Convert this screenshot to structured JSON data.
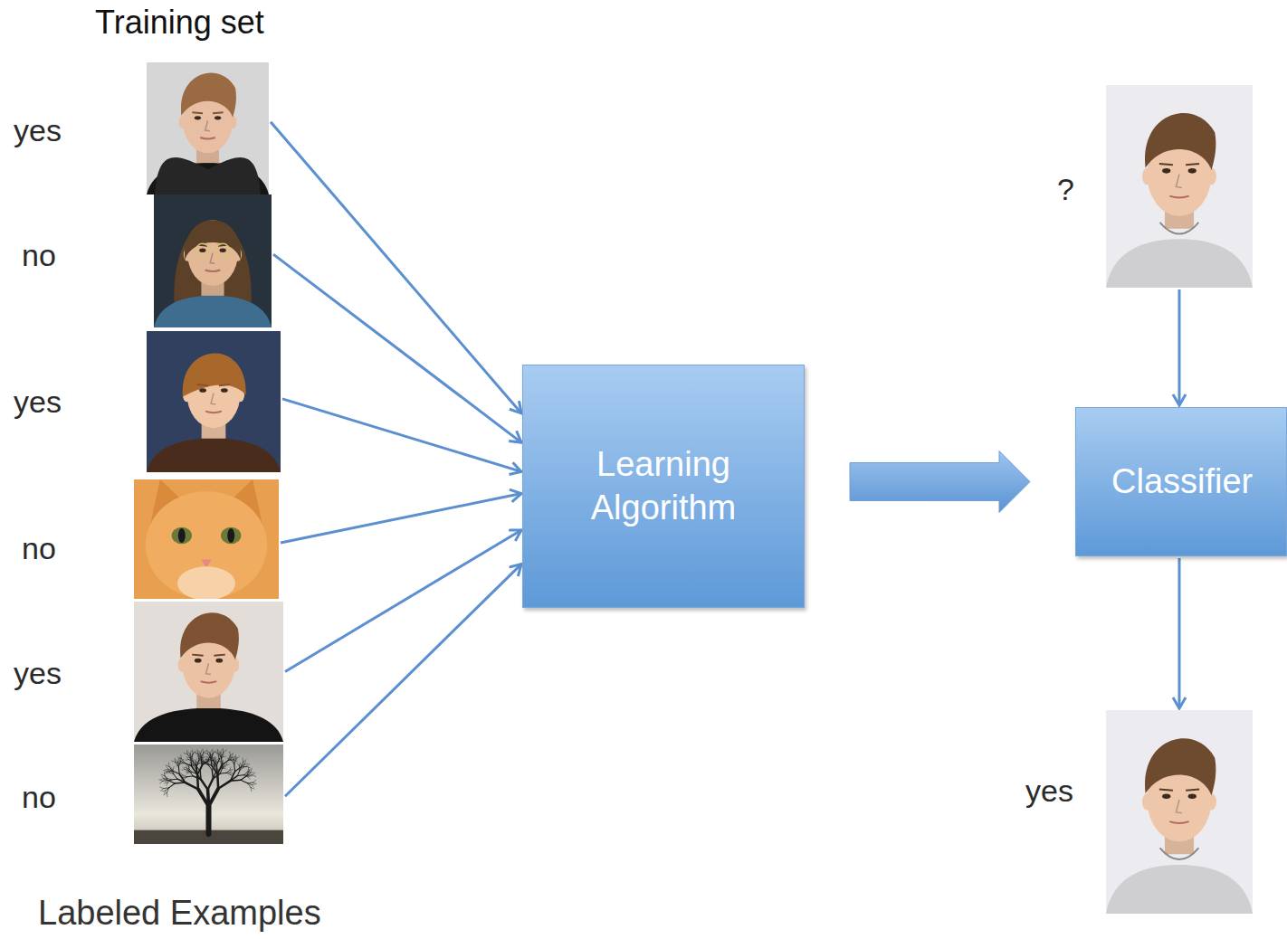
{
  "diagram": {
    "title": "Training set",
    "caption": "Labeled Examples",
    "nodes": [
      {
        "text": [
          "yes"
        ]
      },
      {
        "text": [
          "no"
        ]
      },
      {
        "text": [
          "yes"
        ]
      },
      {
        "text": [
          "no"
        ]
      },
      {
        "text": [
          "yes"
        ]
      },
      {
        "text": [
          "no"
        ]
      },
      {
        "text": [
          "Learning Algorithm"
        ]
      },
      {
        "text": [
          "?"
        ]
      },
      {
        "text": [
          "Classifier"
        ]
      },
      {
        "text": [
          "yes"
        ]
      }
    ],
    "edges": [
      {
        "from": 0,
        "to": 6,
        "arrow": "to"
      },
      {
        "from": 1,
        "to": 6,
        "arrow": "to"
      },
      {
        "from": 2,
        "to": 6,
        "arrow": "to"
      },
      {
        "from": 3,
        "to": 6,
        "arrow": "to"
      },
      {
        "from": 4,
        "to": 6,
        "arrow": "to"
      },
      {
        "from": 5,
        "to": 6,
        "arrow": "to"
      },
      {
        "from": 6,
        "to": 8,
        "arrow": "to"
      },
      {
        "from": 7,
        "to": 8,
        "arrow": "to"
      },
      {
        "from": 8,
        "to": 9,
        "arrow": "to"
      }
    ]
  }
}
